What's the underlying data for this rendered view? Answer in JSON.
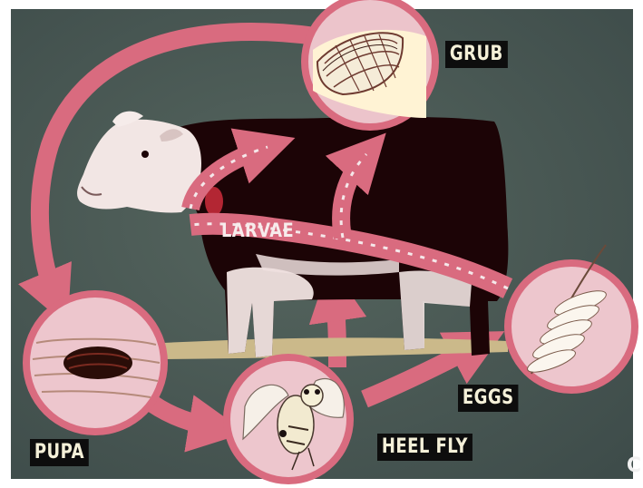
{
  "diagram": {
    "stages": {
      "grub": "GRUB",
      "pupa": "PUPA",
      "heel_fly": "HEEL FLY",
      "eggs": "EGGS",
      "larvae": "LARVAE"
    },
    "corner_mark": "C"
  },
  "colors": {
    "background": "#4b5c57",
    "arrow": "#d96b7f",
    "cow_body": "#1c0406",
    "circle_fill": "#edc6cd",
    "label_bg": "#0d0d0d"
  }
}
